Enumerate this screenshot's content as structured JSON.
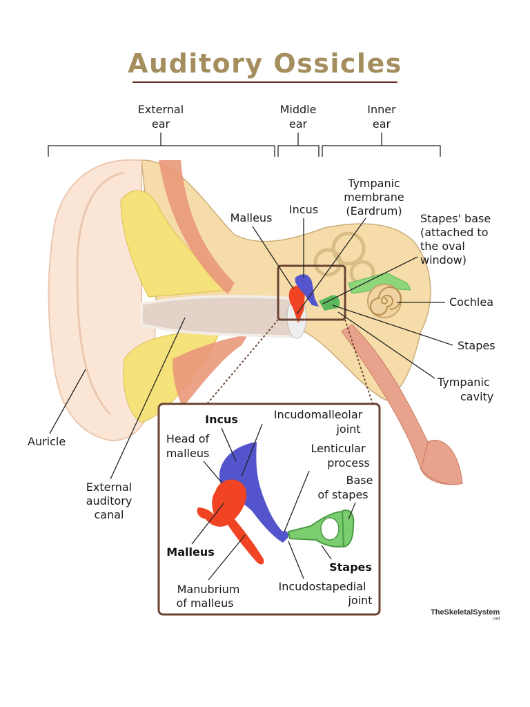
{
  "title": "Auditory Ossicles",
  "regions": {
    "external": [
      "External",
      "ear"
    ],
    "middle": [
      "Middle",
      "ear"
    ],
    "inner": [
      "Inner",
      "ear"
    ]
  },
  "labels": {
    "tympanic_membrane": [
      "Tympanic",
      "membrane",
      "(Eardrum)"
    ],
    "incus": "Incus",
    "malleus": "Malleus",
    "stapes_base": [
      "Stapes' base",
      "(attached to",
      "the oval",
      "window)"
    ],
    "cochlea": "Cochlea",
    "stapes": "Stapes",
    "tympanic_cavity": [
      "Tympanic",
      "cavity"
    ],
    "auricle": "Auricle",
    "external_canal": [
      "External",
      "auditory",
      "canal"
    ]
  },
  "inset": {
    "incus": "Incus",
    "incudomalleolar_joint": [
      "Incudomalleolar",
      "joint"
    ],
    "head_of_malleus": [
      "Head of",
      "malleus"
    ],
    "lenticular_process": [
      "Lenticular",
      "process"
    ],
    "base_of_stapes": [
      "Base",
      "of stapes"
    ],
    "malleus": "Malleus",
    "stapes": "Stapes",
    "manubrium": [
      "Manubrium",
      "of malleus"
    ],
    "incudostapedial_joint": [
      "Incudostapedial",
      "joint"
    ]
  },
  "brand": {
    "name": "TheSkeletalSystem",
    "suffix": ".net"
  },
  "colors": {
    "title": "#a48e5e",
    "malleus": "#f04424",
    "incus": "#5454cc",
    "stapes": "#5cb85c",
    "skin": "#fbe6d6",
    "bone": "#f5dca8",
    "cartilage": "#f6e27a",
    "muscle": "#e9987a",
    "inset_border": "#6b4333"
  }
}
